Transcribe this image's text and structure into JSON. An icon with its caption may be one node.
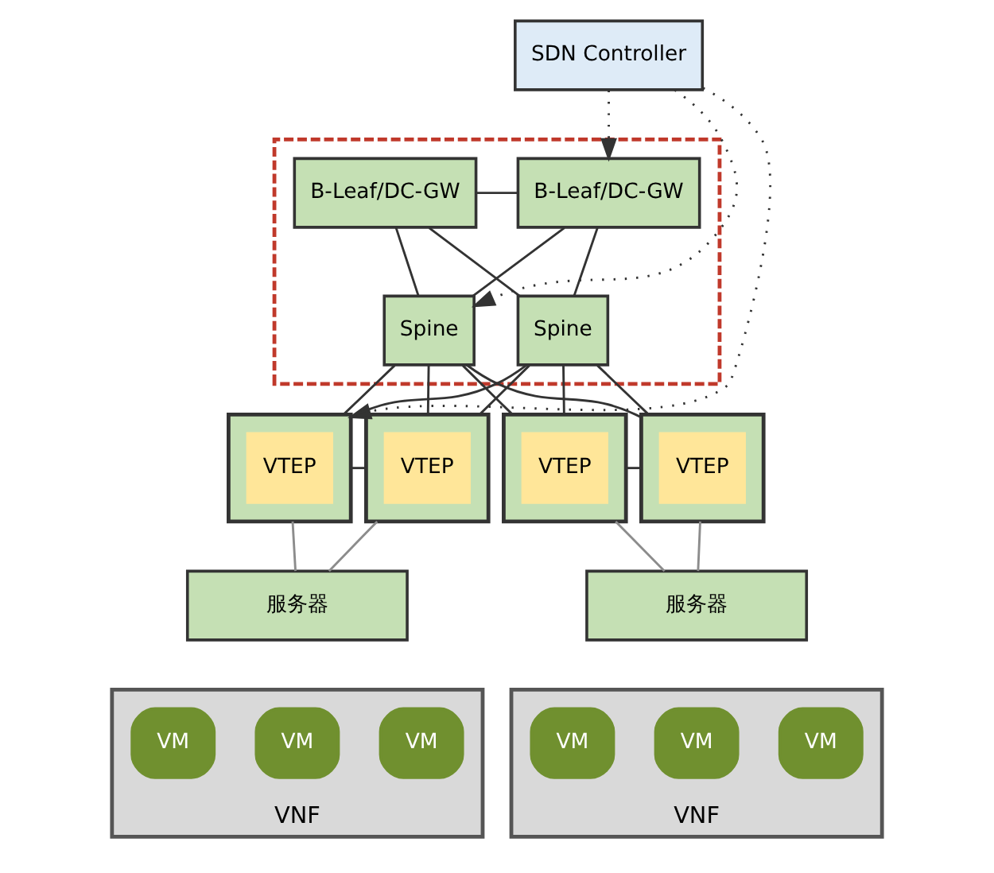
{
  "diagram": {
    "nodes": [
      {
        "text": [
          "SDN Controller"
        ]
      },
      {
        "text": [],
        "shape": "box"
      },
      {
        "text": [
          "B-Leaf/DC-GW"
        ],
        "in": 1
      },
      {
        "text": [
          "B-Leaf/DC-GW"
        ],
        "in": 1
      },
      {
        "text": [
          "Spine"
        ],
        "in": 1
      },
      {
        "text": [
          "Spine"
        ],
        "in": 1
      },
      {
        "text": [],
        "shape": "box"
      },
      {
        "text": [
          "VTEP"
        ],
        "in": 6
      },
      {
        "text": [],
        "shape": "box"
      },
      {
        "text": [
          "VTEP"
        ],
        "in": 8
      },
      {
        "text": [],
        "shape": "box"
      },
      {
        "text": [
          "VTEP"
        ],
        "in": 10
      },
      {
        "text": [],
        "shape": "box"
      },
      {
        "text": [
          "VTEP"
        ],
        "in": 12
      },
      {
        "text": [
          "服务器"
        ]
      },
      {
        "text": [
          "服务器"
        ]
      },
      {
        "text": [
          "VNF"
        ]
      },
      {
        "text": [
          "VM"
        ],
        "in": 16
      },
      {
        "text": [
          "VM"
        ],
        "in": 16
      },
      {
        "text": [
          "VM"
        ],
        "in": 16
      },
      {
        "text": [
          "VNF"
        ]
      },
      {
        "text": [
          "VM"
        ],
        "in": 20
      },
      {
        "text": [
          "VM"
        ],
        "in": 20
      },
      {
        "text": [
          "VM"
        ],
        "in": 20
      }
    ],
    "edges": [
      {
        "from": 0,
        "to": 2,
        "arrow": "to",
        "style": "dashed"
      },
      {
        "from": 0,
        "to": 4,
        "arrow": "to",
        "style": "dashed"
      },
      {
        "from": 0,
        "to": 6,
        "arrow": "to",
        "style": "dashed"
      },
      {
        "from": 2,
        "to": 3,
        "arrow": "none"
      },
      {
        "from": 2,
        "to": 4,
        "arrow": "none"
      },
      {
        "from": 2,
        "to": 5,
        "arrow": "none"
      },
      {
        "from": 3,
        "to": 4,
        "arrow": "none"
      },
      {
        "from": 3,
        "to": 5,
        "arrow": "none"
      },
      {
        "from": 4,
        "to": 6,
        "arrow": "none"
      },
      {
        "from": 4,
        "to": 8,
        "arrow": "none"
      },
      {
        "from": 4,
        "to": 10,
        "arrow": "none"
      },
      {
        "from": 4,
        "to": 12,
        "arrow": "none"
      },
      {
        "from": 5,
        "to": 6,
        "arrow": "none"
      },
      {
        "from": 5,
        "to": 8,
        "arrow": "none"
      },
      {
        "from": 5,
        "to": 10,
        "arrow": "none"
      },
      {
        "from": 5,
        "to": 12,
        "arrow": "none"
      },
      {
        "from": 6,
        "to": 8,
        "arrow": "none"
      },
      {
        "from": 10,
        "to": 12,
        "arrow": "none"
      },
      {
        "from": 6,
        "to": 14,
        "arrow": "none",
        "color": "#8c8c8c"
      },
      {
        "from": 8,
        "to": 14,
        "arrow": "none",
        "color": "#8c8c8c"
      },
      {
        "from": 10,
        "to": 15,
        "arrow": "none",
        "color": "#8c8c8c"
      },
      {
        "from": 12,
        "to": 15,
        "arrow": "none",
        "color": "#8c8c8c"
      }
    ]
  }
}
